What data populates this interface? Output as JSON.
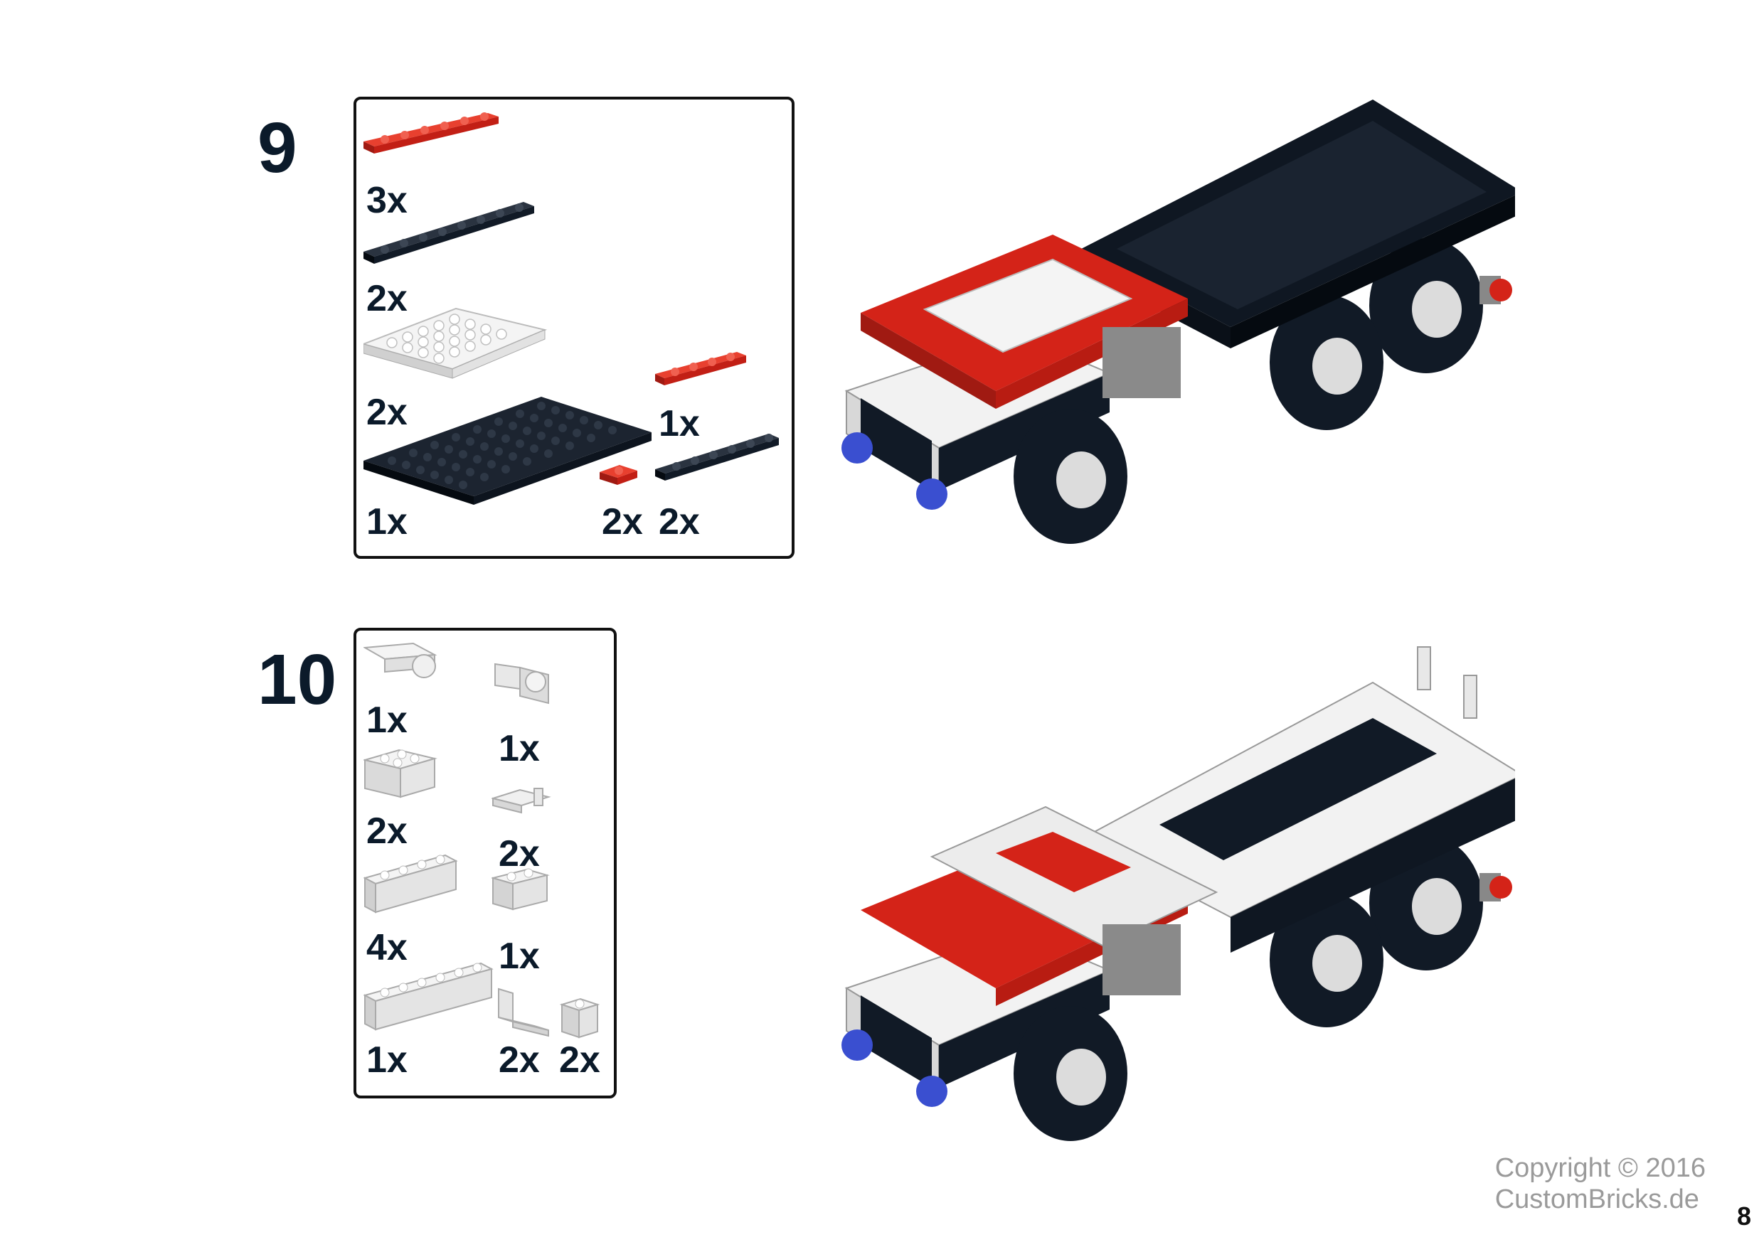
{
  "steps": [
    {
      "number": "9",
      "parts": [
        {
          "qty": "3x",
          "name": "red-plate-1x6"
        },
        {
          "qty": "2x",
          "name": "black-plate-1x8"
        },
        {
          "qty": "2x",
          "name": "white-plate-4x6"
        },
        {
          "qty": "1x",
          "name": "black-plate-8x8"
        },
        {
          "qty": "1x",
          "name": "red-plate-1x4"
        },
        {
          "qty": "2x",
          "name": "red-plate-1x1"
        },
        {
          "qty": "2x",
          "name": "black-plate-1x6"
        }
      ]
    },
    {
      "number": "10",
      "parts": [
        {
          "qty": "1x",
          "name": "white-hinge-plate"
        },
        {
          "qty": "1x",
          "name": "white-hinge-brick"
        },
        {
          "qty": "2x",
          "name": "white-brick-2x2"
        },
        {
          "qty": "2x",
          "name": "white-clip-plate"
        },
        {
          "qty": "4x",
          "name": "white-brick-1x4"
        },
        {
          "qty": "1x",
          "name": "white-brick-1x2"
        },
        {
          "qty": "1x",
          "name": "white-brick-1x6"
        },
        {
          "qty": "2x",
          "name": "white-bracket"
        },
        {
          "qty": "2x",
          "name": "white-brick-1x1"
        }
      ]
    }
  ],
  "copyright": {
    "line1": "Copyright © 2016",
    "line2": "CustomBricks.de"
  },
  "page_number": "8",
  "colors": {
    "red": "#d42318",
    "black": "#111a26",
    "white": "#f2f2f2",
    "gray": "#8a8a8a",
    "blue": "#3a4fd0"
  }
}
